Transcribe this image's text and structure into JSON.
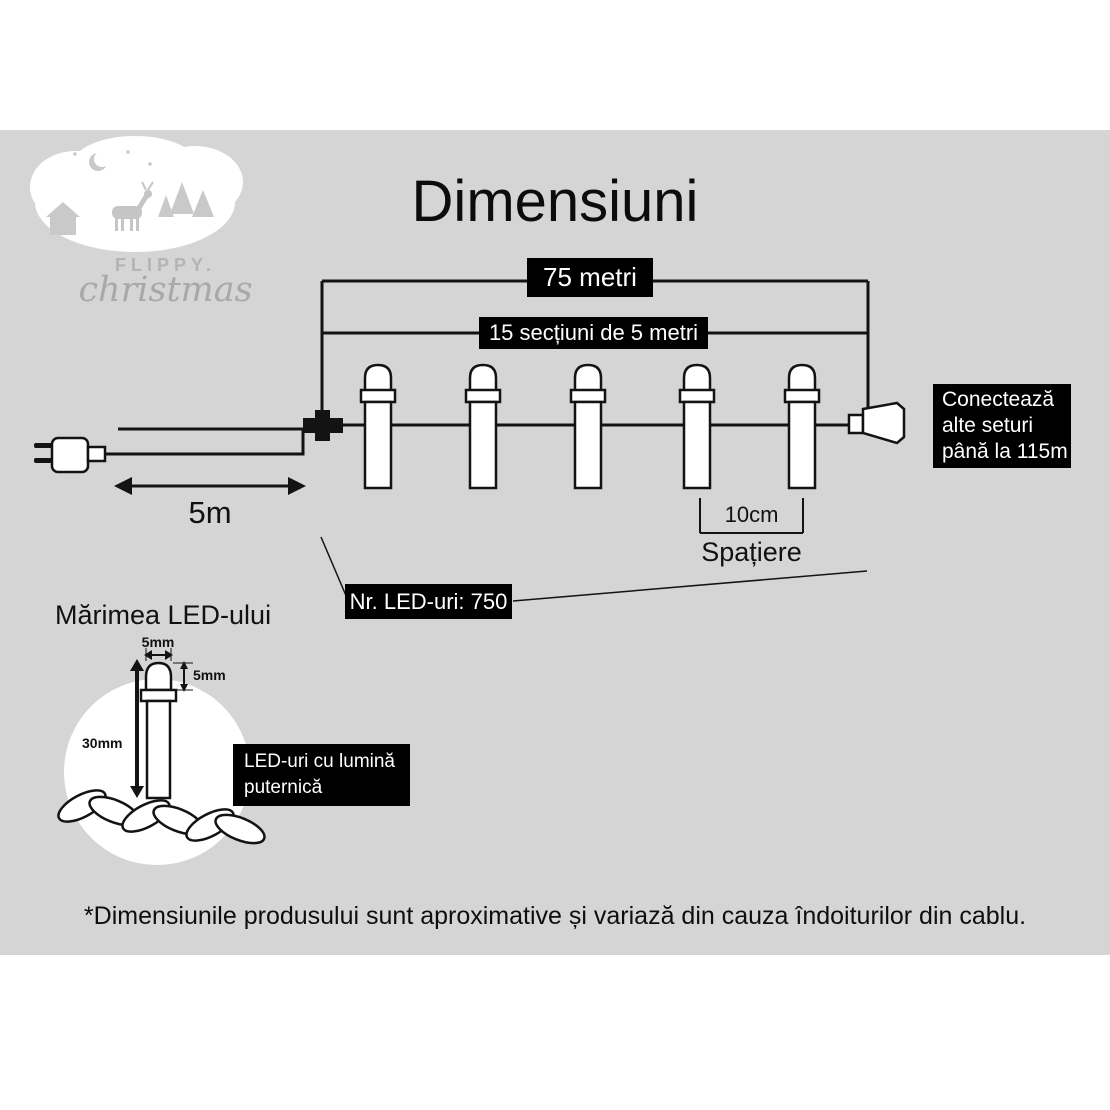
{
  "colors": {
    "background": "#d5d5d6",
    "ink": "#131313",
    "label_bg": "#000000",
    "label_text": "#ffffff",
    "logo_text": "#b0b0b0"
  },
  "header": {
    "title": "Dimensiuni"
  },
  "logo": {
    "brand": "FLIPPY.",
    "script": "christmas"
  },
  "diagram": {
    "total_length": "75 metri",
    "sections": "15 secțiuni de 5 metri",
    "lead_length": "5m",
    "spacing_value": "10cm",
    "spacing_title": "Spațiere",
    "led_count": "Nr. LED-uri: 750",
    "connect_lines": [
      "Conectează",
      "alte seturi",
      "până la 115m"
    ]
  },
  "led_detail": {
    "heading": "Mărimea LED-ului",
    "width": "5mm",
    "cap_height": "5mm",
    "length": "30mm",
    "callout_lines": [
      "LED-uri cu lumină",
      "puternică"
    ]
  },
  "footer": {
    "note": "*Dimensiunile produsului sunt aproximative și variază din cauza îndoiturilor din cablu."
  }
}
